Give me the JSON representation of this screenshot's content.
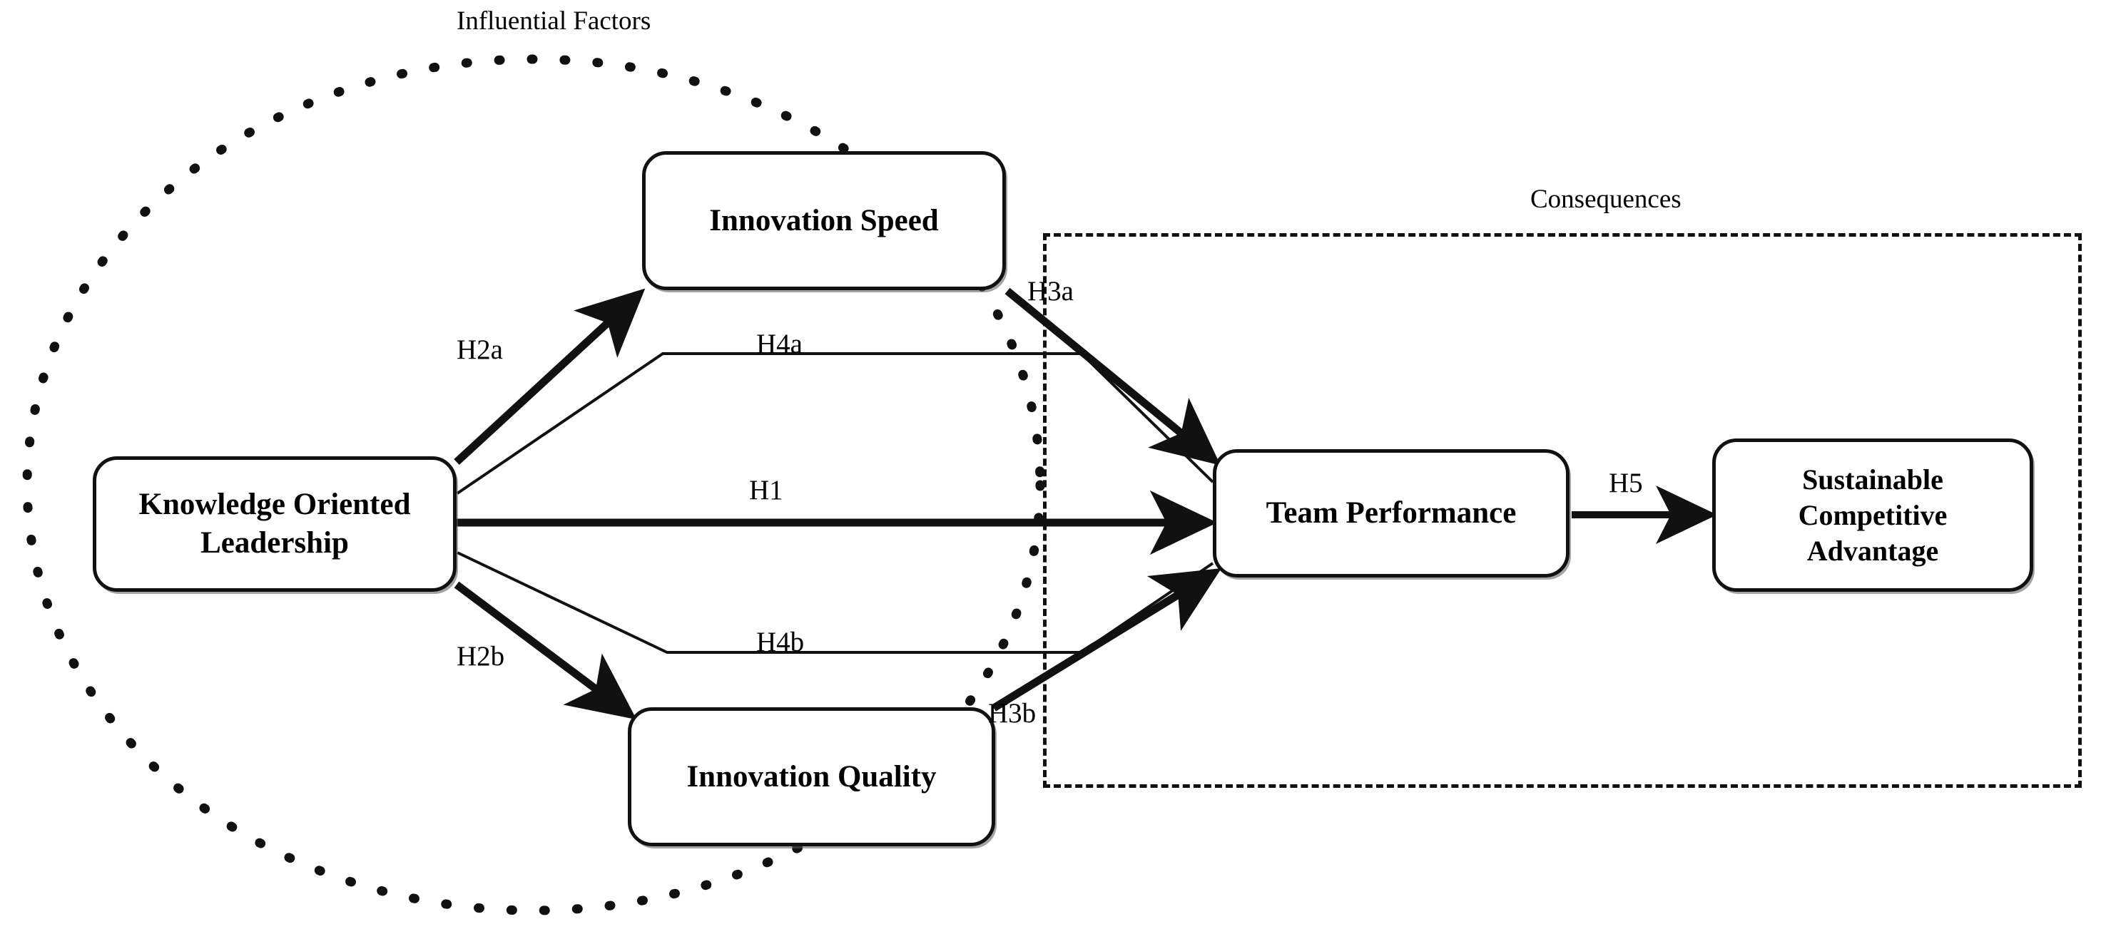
{
  "diagram": {
    "title_hidden": "",
    "groups": [
      {
        "id": "influential",
        "label": "Influential Factors",
        "shape": "dotted-ellipse"
      },
      {
        "id": "consequences",
        "label": "Consequences",
        "shape": "dashed-rectangle"
      }
    ],
    "nodes": [
      {
        "id": "kol",
        "label_line1": "Knowledge Oriented",
        "label_line2": "Leadership",
        "label_line3": ""
      },
      {
        "id": "speed",
        "label_line1": "Innovation Speed",
        "label_line2": "",
        "label_line3": ""
      },
      {
        "id": "quality",
        "label_line1": "Innovation Quality",
        "label_line2": "",
        "label_line3": ""
      },
      {
        "id": "team",
        "label_line1": "Team Performance",
        "label_line2": "",
        "label_line3": ""
      },
      {
        "id": "sca",
        "label_line1": "Sustainable",
        "label_line2": "Competitive",
        "label_line3": "Advantage"
      }
    ],
    "edges": [
      {
        "id": "h2a",
        "label": "H2a",
        "from": "kol",
        "to": "speed",
        "style": "thick-arrow"
      },
      {
        "id": "h2b",
        "label": "H2b",
        "from": "kol",
        "to": "quality",
        "style": "thick-arrow"
      },
      {
        "id": "h1",
        "label": "H1",
        "from": "kol",
        "to": "team",
        "style": "thick-arrow"
      },
      {
        "id": "h3a",
        "label": "H3a",
        "from": "speed",
        "to": "team",
        "style": "thick-arrow"
      },
      {
        "id": "h3b",
        "label": "H3b",
        "from": "quality",
        "to": "team",
        "style": "thick-arrow"
      },
      {
        "id": "h4a",
        "label": "H4a",
        "from": "kol",
        "to": "team",
        "style": "thin-moderator"
      },
      {
        "id": "h4b",
        "label": "H4b",
        "from": "kol",
        "to": "team",
        "style": "thin-moderator"
      },
      {
        "id": "h5",
        "label": "H5",
        "from": "team",
        "to": "sca",
        "style": "thick-arrow"
      }
    ],
    "colors": {
      "stroke": "#111111",
      "text": "#000000",
      "background": "#ffffff"
    }
  }
}
